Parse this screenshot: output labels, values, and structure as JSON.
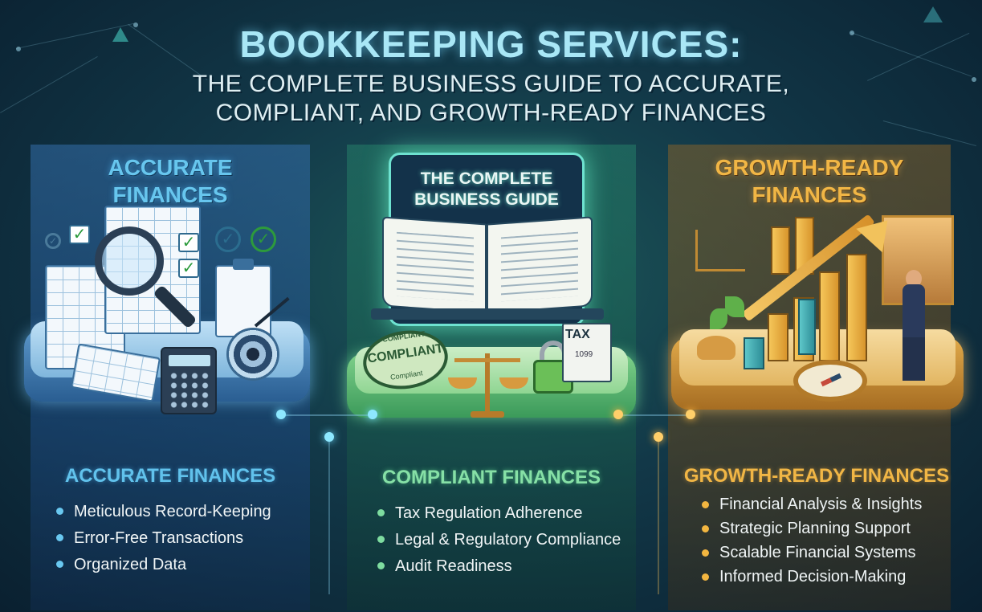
{
  "header": {
    "title": "BOOKKEEPING SERVICES:",
    "subtitle_line1": "THE COMPLETE BUSINESS GUIDE TO ACCURATE,",
    "subtitle_line2": "COMPLIANT, AND GROWTH-READY FINANCES"
  },
  "columns": {
    "left": {
      "heading_line1": "ACCURATE",
      "heading_line2": "FINANCES",
      "section_title": "ACCURATE FINANCES",
      "items": [
        "Meticulous Record-Keeping",
        "Error-Free Transactions",
        "Organized Data"
      ],
      "color": "#61c2ec"
    },
    "middle": {
      "screen_line1": "THE COMPLETE",
      "screen_line2": "BUSINESS GUIDE",
      "stamp_text": "COMPLIANT",
      "stamp_ring_top": "COMPLIANT",
      "stamp_ring_bottom": "Compliant",
      "tax_label": "TAX",
      "tax_form": "1099",
      "section_title": "COMPLIANT FINANCES",
      "items": [
        "Tax Regulation Adherence",
        "Legal & Regulatory Compliance",
        "Audit Readiness"
      ],
      "color": "#86e0a6"
    },
    "right": {
      "heading_line1": "GROWTH-READY",
      "heading_line2": "FINANCES",
      "section_title": "GROWTH-READY FINANCES",
      "items": [
        "Financial Analysis & Insights",
        "Strategic Planning Support",
        "Scalable Financial Systems",
        "Informed Decision-Making"
      ],
      "color": "#f1b645"
    }
  },
  "icons": [
    "magnifier-icon",
    "spreadsheet-icon",
    "checkbox-icon",
    "clipboard-icon",
    "calculator-icon",
    "target-icon",
    "book-icon",
    "stamp-icon",
    "scale-icon",
    "lock-icon",
    "tax-document-icon",
    "plant-icon",
    "bar-chart-icon",
    "growth-arrow-icon",
    "compass-icon",
    "businessman-icon"
  ]
}
